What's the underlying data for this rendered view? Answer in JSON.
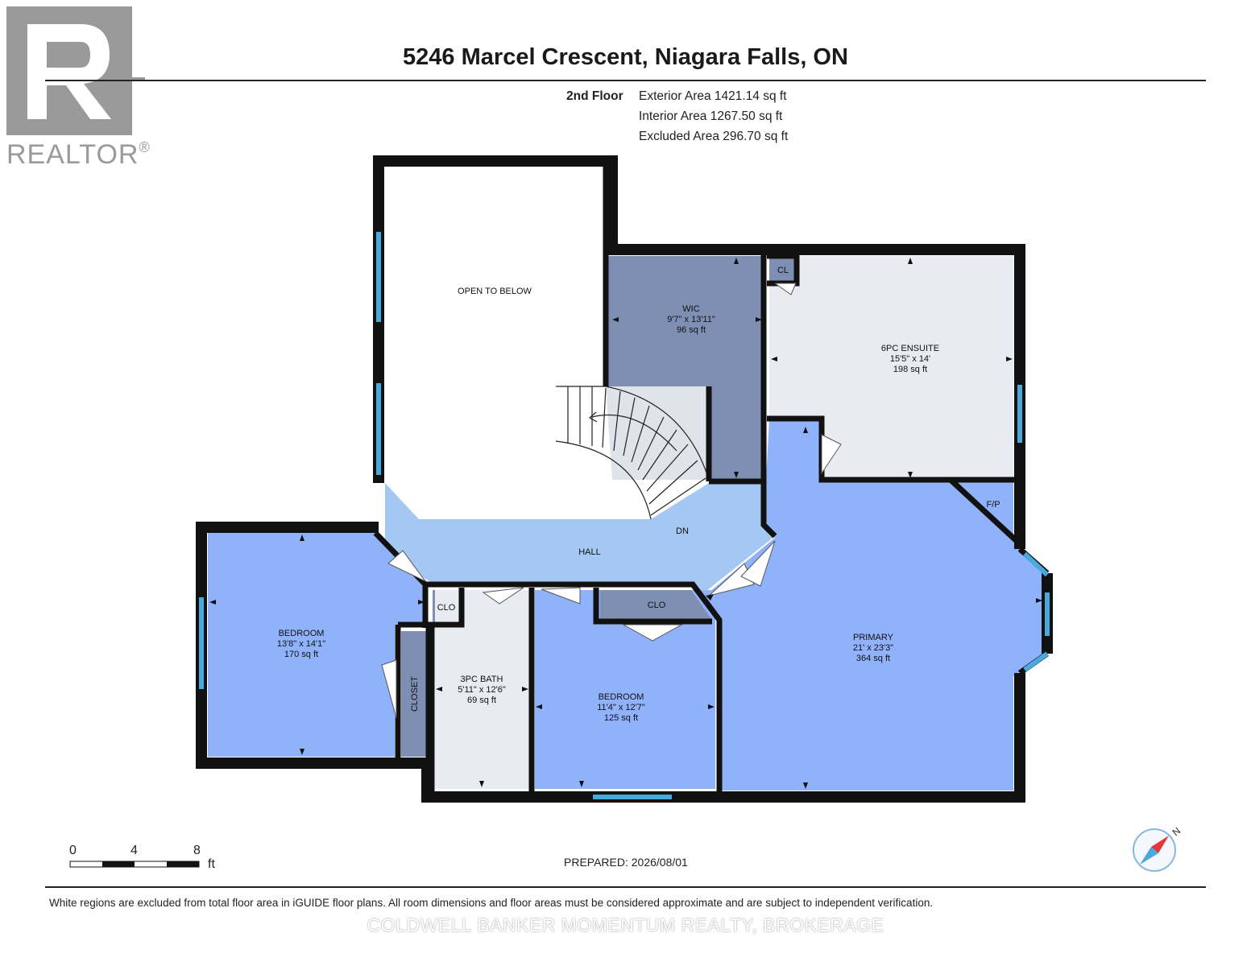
{
  "header": {
    "title": "5246 Marcel Crescent, Niagara Falls, ON"
  },
  "logo": {
    "text": "REALTOR",
    "mark": "®"
  },
  "areas": {
    "floor_name": "2nd Floor",
    "exterior": "Exterior Area 1421.14 sq ft",
    "interior": "Interior Area 1267.50 sq ft",
    "excluded": "Excluded Area 296.70 sq ft"
  },
  "rooms": {
    "open_to_below": {
      "name": "OPEN TO BELOW"
    },
    "wic": {
      "name": "WIC",
      "dims": "9'7\" x 13'11\"",
      "area": "96 sq ft"
    },
    "ensuite": {
      "name": "6PC ENSUITE",
      "dims": "15'5\" x 14'",
      "area": "198 sq ft"
    },
    "cl": {
      "name": "CL"
    },
    "fp": {
      "name": "F/P"
    },
    "hall": {
      "name": "HALL"
    },
    "dn": {
      "name": "DN"
    },
    "bedroom_left": {
      "name": "BEDROOM",
      "dims": "13'8\" x 14'1\"",
      "area": "170 sq ft"
    },
    "clo_small": {
      "name": "CLO"
    },
    "closet": {
      "name": "CLOSET"
    },
    "bath": {
      "name": "3PC BATH",
      "dims": "5'11\" x 12'6\"",
      "area": "69 sq ft"
    },
    "bedroom_mid": {
      "name": "BEDROOM",
      "dims": "11'4\" x 12'7\"",
      "area": "125 sq ft"
    },
    "clo_mid": {
      "name": "CLO"
    },
    "primary": {
      "name": "PRIMARY",
      "dims": "21' x 23'3\"",
      "area": "364 sq ft"
    }
  },
  "scale": {
    "ticks": [
      "0",
      "4",
      "8"
    ],
    "unit": "ft"
  },
  "compass": {
    "label": "N",
    "icon": "compass-icon"
  },
  "footer": {
    "prepared": "PREPARED: 2026/08/01",
    "disclaimer": "White regions are excluded from total floor area in iGUIDE floor plans. All room dimensions and floor areas must be considered approximate and are subject to independent verification.",
    "brokerage": "COLDWELL BANKER MOMENTUM REALTY, BROKERAGE"
  },
  "colors": {
    "wall": "#111111",
    "window": "#4aa9dc",
    "bedroom": "#8fb2fb",
    "hall": "#a5c8f3",
    "wic": "#7f8fb3",
    "ensuite": "#e8ecf2",
    "closet": "#7f8fb3",
    "logo": "#9a9a9a"
  }
}
